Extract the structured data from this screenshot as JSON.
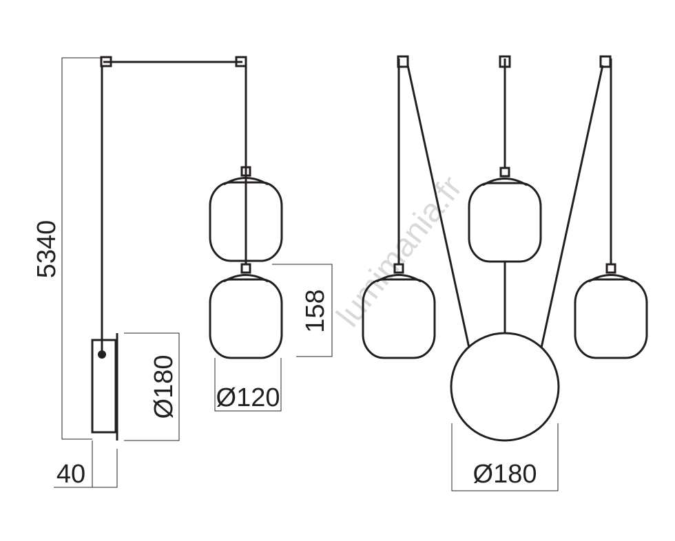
{
  "dimensions": {
    "total_length": "5340",
    "wall_plate_diameter": "Ø180",
    "shade_height": "158",
    "shade_diameter": "Ø120",
    "wall_depth": "40",
    "canopy_diameter": "Ø180"
  },
  "watermark": "lumimania.fr",
  "colors": {
    "line": "#231f20",
    "watermark": "#d9d9d9"
  }
}
